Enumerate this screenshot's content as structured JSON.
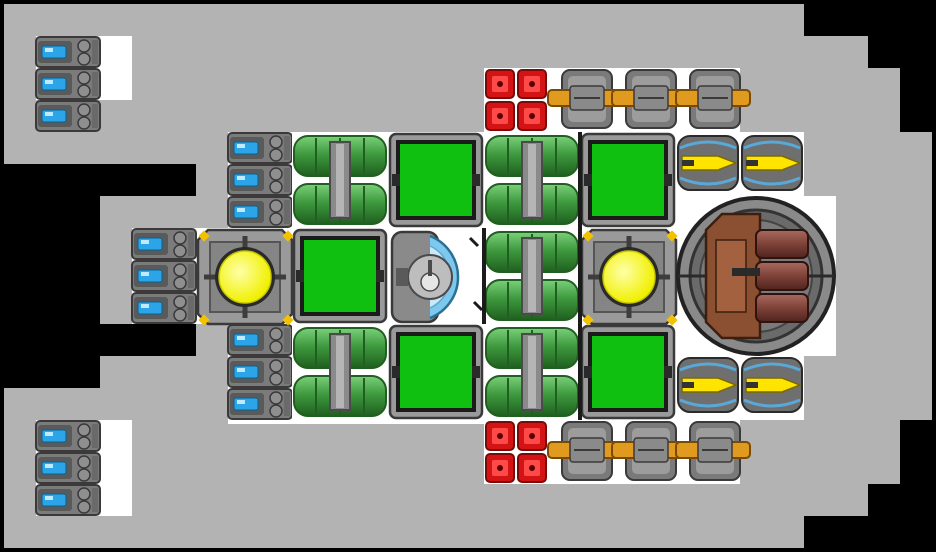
{
  "title": "",
  "palette": {
    "space": "#000000",
    "hull": "#b3b3b3",
    "floor": "#ffffff",
    "metal_dark": "#4a4a4a",
    "metal_mid": "#7b7b7b",
    "metal_light": "#9a9a9a",
    "pipe_green": "#3f9a3f",
    "pipe_green_light": "#6cc36c",
    "pipe_green_dark": "#1f5f1f",
    "panel_green": "#10c010",
    "thruster_blue": "#2aa6e8",
    "reactor_yellow": "#ffff00",
    "warning_yellow": "#f2c200",
    "explosive_red": "#d41414",
    "cannon_orange": "#e09a20",
    "turret_brown": "#8b4f32",
    "turret_barrel": "#7e4238",
    "shield_blue": "#7cc8ee"
  },
  "blocks": {
    "thruster": "thruster-block",
    "pipe_bundle": "pipe-bundle-block",
    "green_panel": "green-panel-block",
    "reactor": "reactor-block",
    "shield_generator": "shield-generator-block",
    "explosive": "explosive-block",
    "cannon": "cannon-block",
    "missile_launcher": "missile-launcher-block",
    "heavy_turret": "heavy-turret-block"
  }
}
